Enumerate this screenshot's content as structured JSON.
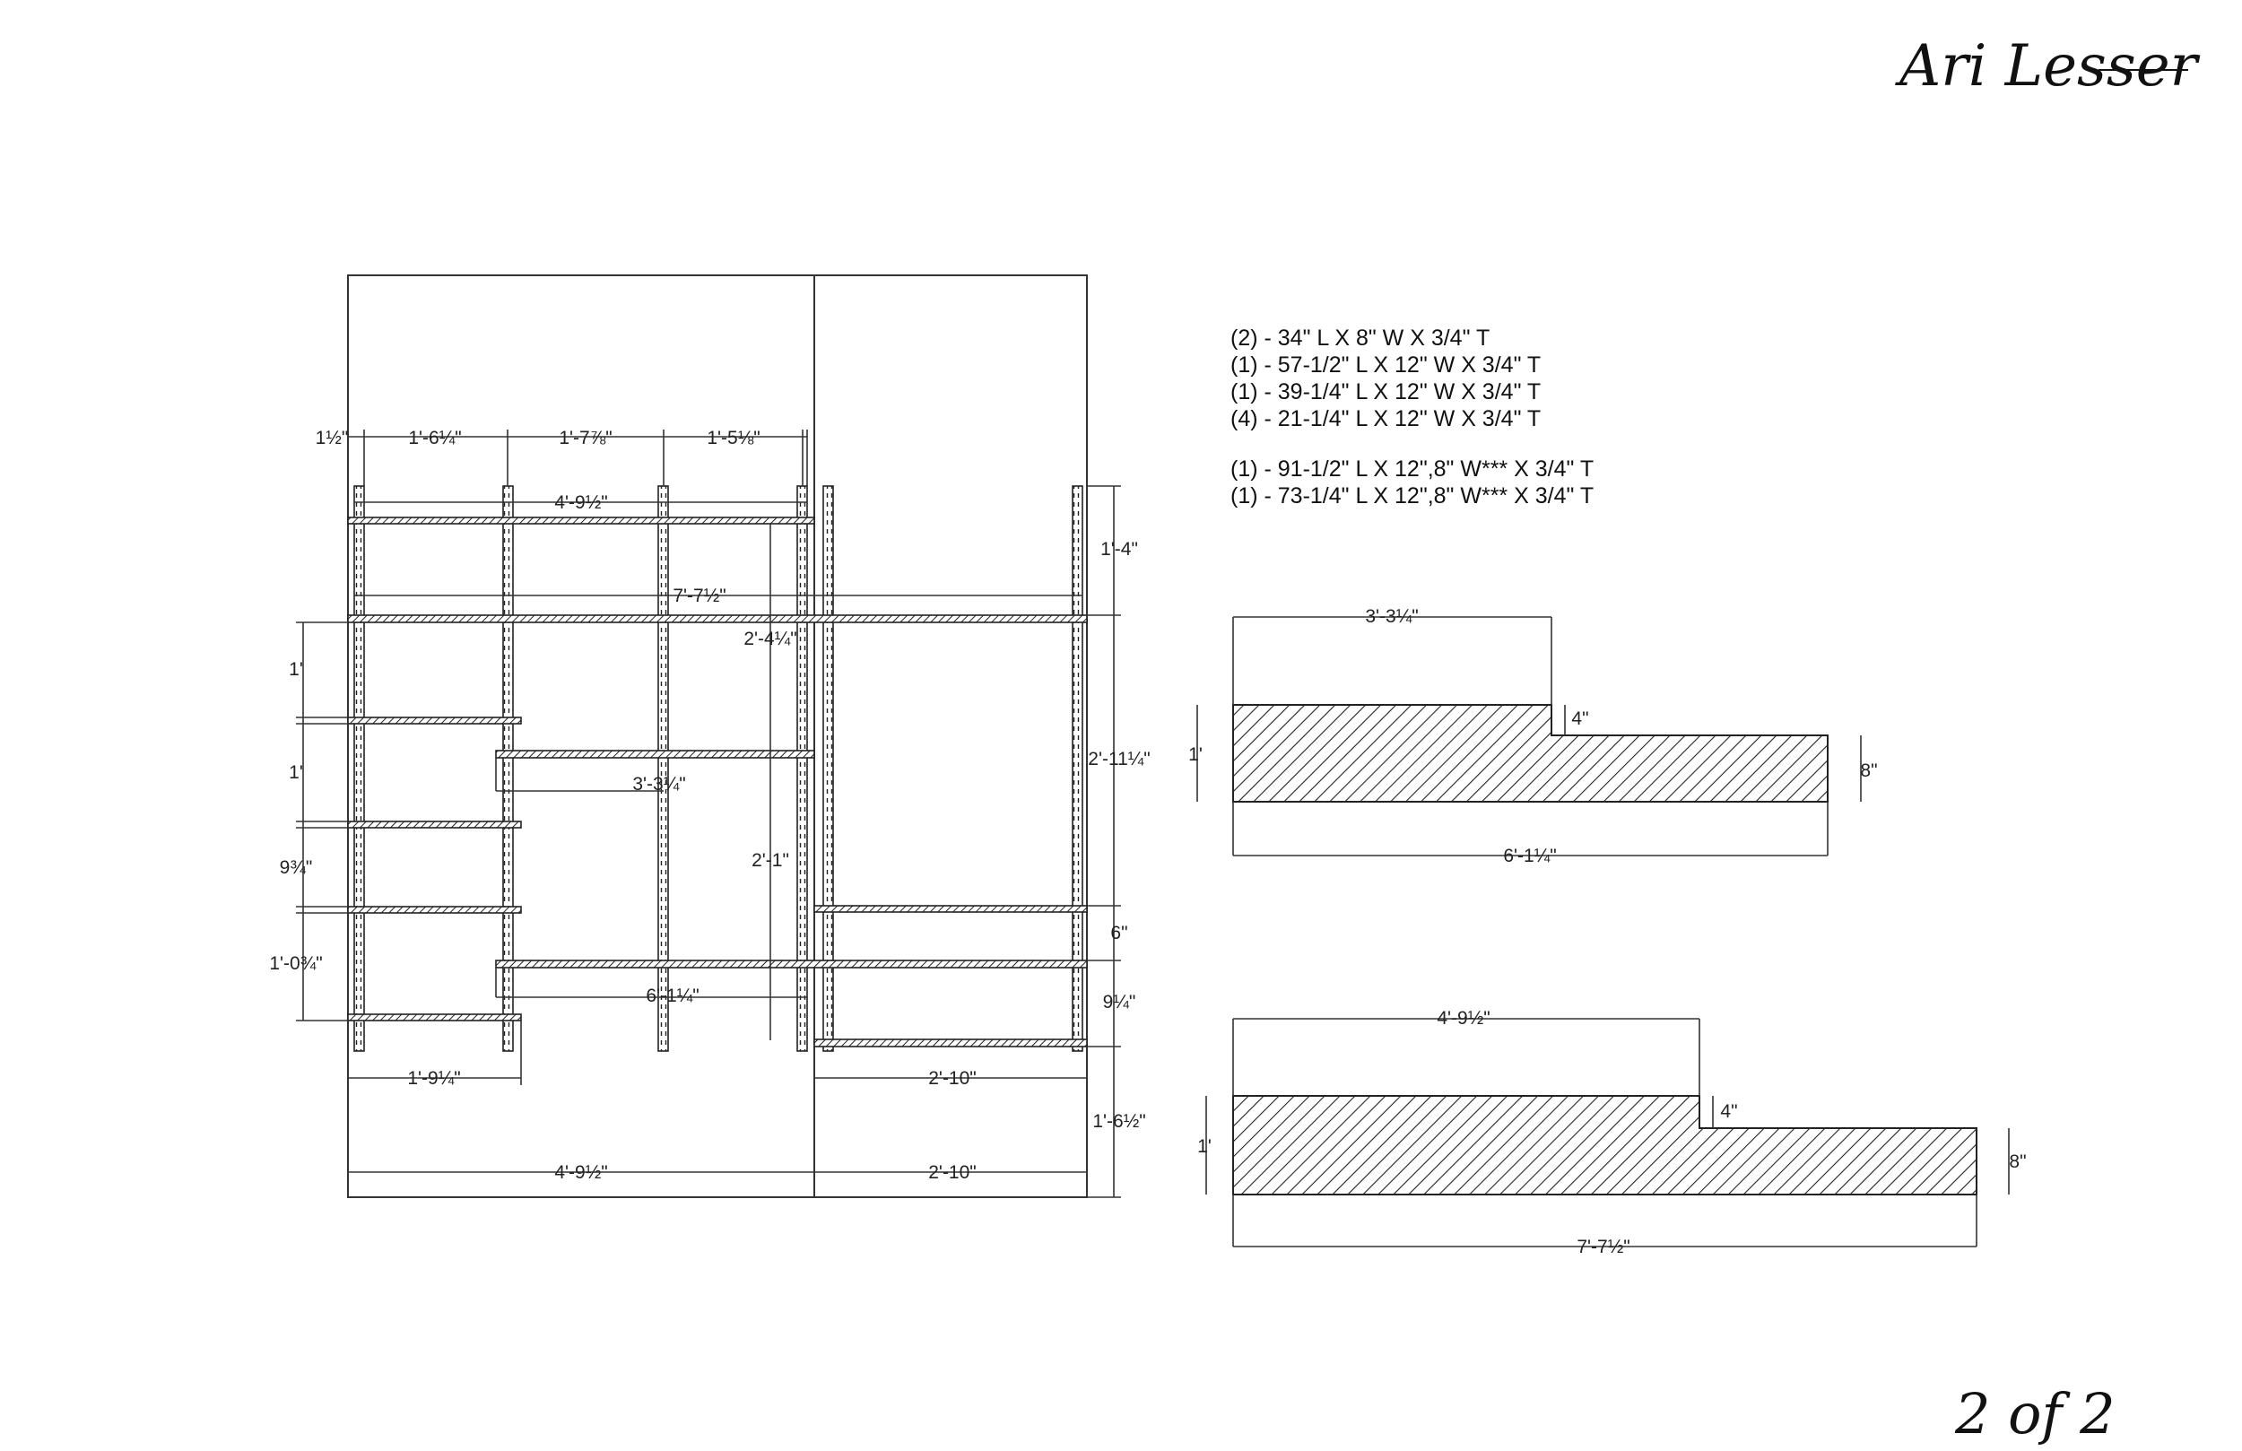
{
  "header": {
    "author": "Ari Lesser",
    "page": "2 of 2"
  },
  "cut_list": {
    "group_1": [
      "(2) - 34\" L X 8\" W X 3/4\" T",
      "(1) - 57-1/2\" L X 12\" W X 3/4\" T",
      "(1) - 39-1/4\" L X 12\" W X 3/4\" T",
      "(4) - 21-1/4\" L X 12\" W X 3/4\" T"
    ],
    "group_2": [
      "(1) - 91-1/2\" L X 12\",8\" W*** X 3/4\" T",
      "(1) - 73-1/4\" L X 12\",8\" W*** X 3/4\" T"
    ]
  },
  "elevation": {
    "dims": {
      "top_1": "1½\"",
      "top_2": "1'-6¼\"",
      "top_3": "1'-7⅞\"",
      "top_4": "1'-5⅛\"",
      "left_shelf_width": "4'-9½\"",
      "long_shelf_width": "7'-7½\"",
      "upper_right": "2'-4¼\"",
      "right_top": "1'-4\"",
      "right_span": "2'-11¼\"",
      "mid_shelf_width": "3'-3¼\"",
      "mid_height": "2'-1\"",
      "left_1": "1'",
      "left_2": "1'",
      "left_3": "9¾\"",
      "left_4": "1'-0¾\"",
      "right_6": "6\"",
      "right_9": "9¼\"",
      "lower_long_shelf": "6'-1¼\"",
      "bottom_left": "1'-9¼\"",
      "bottom_right": "2'-10\"",
      "right_bottom": "1'-6½\"",
      "overall_left": "4'-9½\"",
      "overall_right": "2'-10\""
    }
  },
  "profile_1": {
    "top_width": "3'-3¼\"",
    "notch": "4\"",
    "left_height": "1'",
    "right_height": "8\"",
    "overall": "6'-1¼\""
  },
  "profile_2": {
    "top_width": "4'-9½\"",
    "notch": "4\"",
    "left_height": "1'",
    "right_height": "8\"",
    "overall": "7'-7½\""
  }
}
